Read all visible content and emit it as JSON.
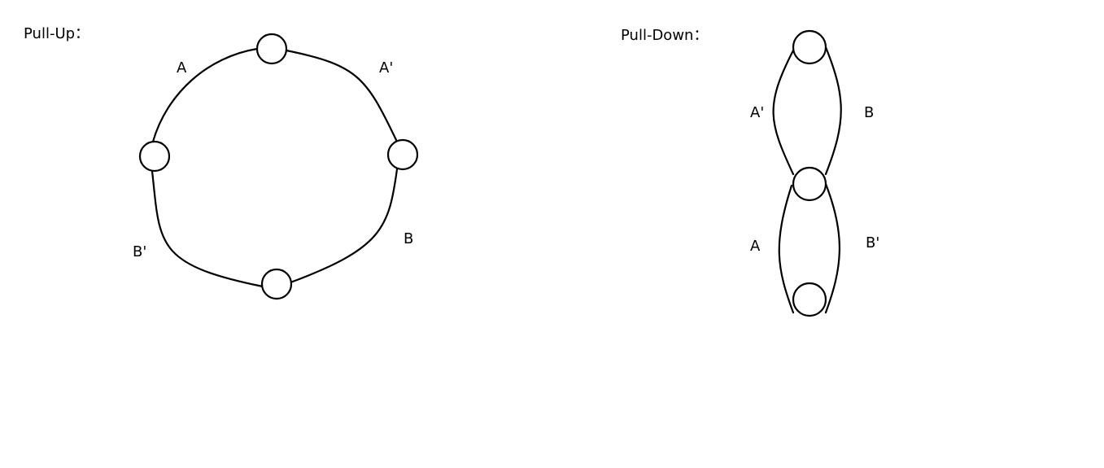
{
  "pull_up": {
    "title": "Pull-Up：",
    "labels": {
      "top_left": "A",
      "top_right": "A'",
      "bottom_left": "B'",
      "bottom_right": "B"
    }
  },
  "pull_down": {
    "title": "Pull-Down：",
    "labels": {
      "upper_left": "A'",
      "upper_right": "B",
      "lower_left": "A",
      "lower_right": "B'"
    }
  },
  "colors": {
    "stroke": "#000000",
    "background": "#ffffff"
  }
}
